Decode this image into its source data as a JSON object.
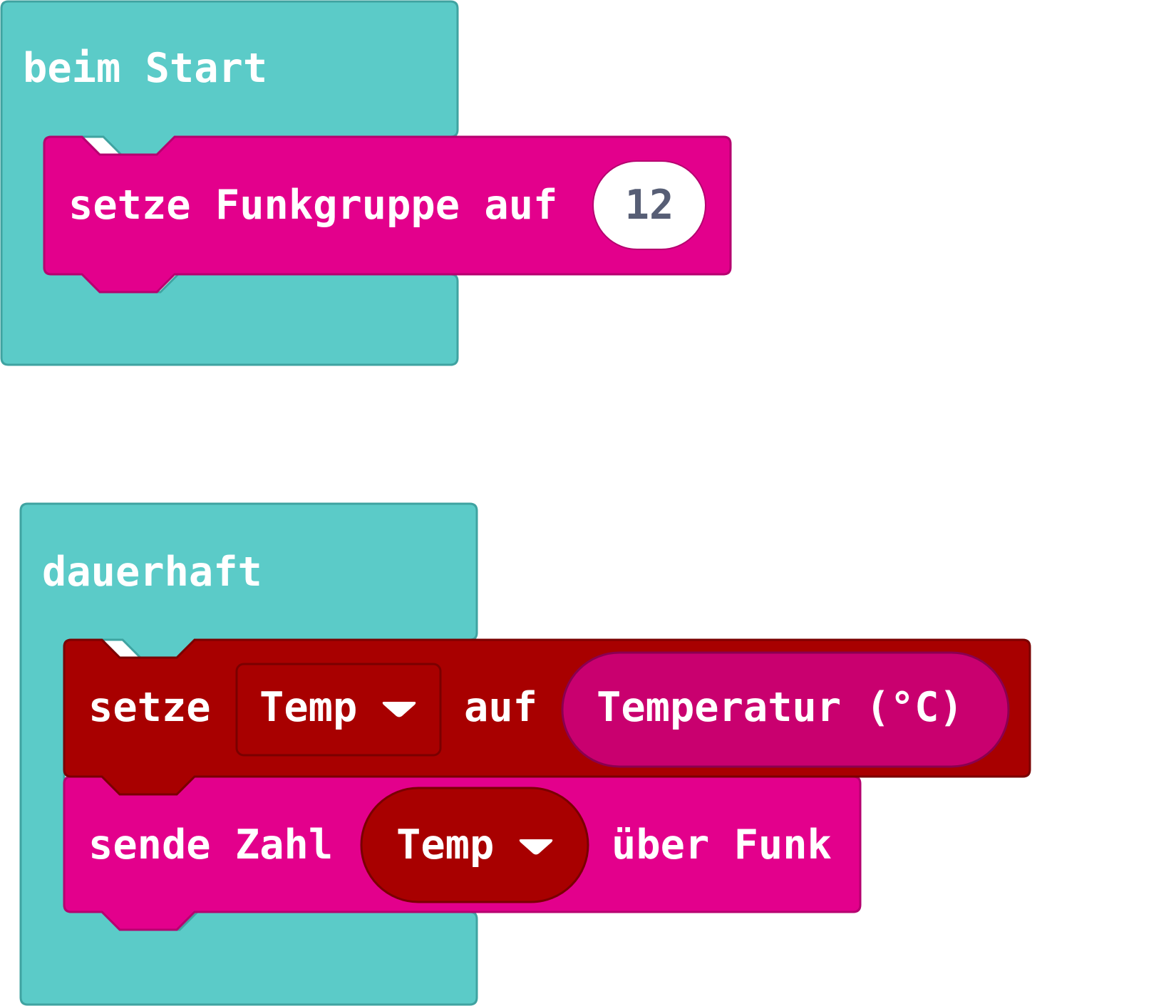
{
  "colors": {
    "event_block": "#5BCBC8",
    "event_block_border": "#3FA3A1",
    "radio_block": "#E3008C",
    "radio_block_border": "#B5006F",
    "variable_block": "#A80000",
    "variable_block_border": "#7A0000",
    "sensor_reporter": "#C9006F",
    "text_white": "#FFFFFF",
    "number_text": "#575E75"
  },
  "blocks": {
    "on_start": {
      "label": "beim Start",
      "radio_set_group": {
        "label": "setze Funkgruppe auf",
        "value": "12"
      }
    },
    "forever": {
      "label": "dauerhaft",
      "set_variable": {
        "label": "setze",
        "variable": "Temp",
        "to_label": "auf",
        "reporter": "Temperatur (°C)"
      },
      "radio_send_number": {
        "label": "sende Zahl",
        "variable": "Temp",
        "suffix": "über Funk"
      }
    }
  },
  "icons": {
    "dropdown": "triangle-down-icon"
  }
}
